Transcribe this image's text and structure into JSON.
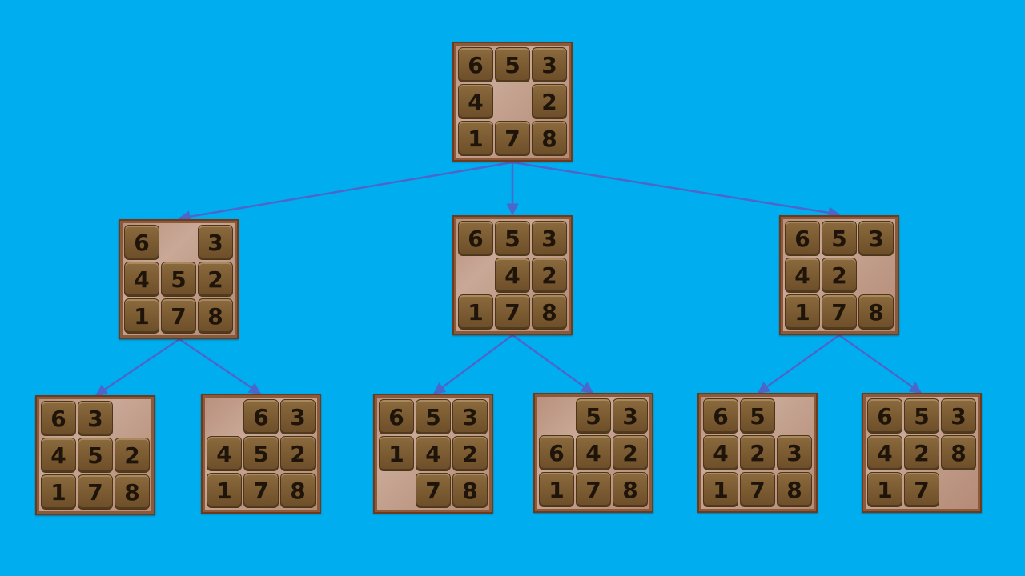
{
  "colors": {
    "background": "#00aef0",
    "edge": "#4a67c9",
    "tile": "#7a5a31",
    "board_frame": "#6e3a1c"
  },
  "tree": {
    "root": {
      "tiles": [
        "6",
        "5",
        "3",
        "4",
        "",
        "2",
        "1",
        "7",
        "8"
      ]
    },
    "level1": [
      {
        "tiles": [
          "6",
          "",
          "3",
          "4",
          "5",
          "2",
          "1",
          "7",
          "8"
        ]
      },
      {
        "tiles": [
          "6",
          "5",
          "3",
          "",
          "4",
          "2",
          "1",
          "7",
          "8"
        ]
      },
      {
        "tiles": [
          "6",
          "5",
          "3",
          "4",
          "2",
          "",
          "1",
          "7",
          "8"
        ]
      }
    ],
    "level2": [
      {
        "tiles": [
          "6",
          "3",
          "",
          "4",
          "5",
          "2",
          "1",
          "7",
          "8"
        ]
      },
      {
        "tiles": [
          "",
          "6",
          "3",
          "4",
          "5",
          "2",
          "1",
          "7",
          "8"
        ]
      },
      {
        "tiles": [
          "6",
          "5",
          "3",
          "1",
          "4",
          "2",
          "",
          "7",
          "8"
        ]
      },
      {
        "tiles": [
          "",
          "5",
          "3",
          "6",
          "4",
          "2",
          "1",
          "7",
          "8"
        ]
      },
      {
        "tiles": [
          "6",
          "5",
          "",
          "4",
          "2",
          "3",
          "1",
          "7",
          "8"
        ]
      },
      {
        "tiles": [
          "6",
          "5",
          "3",
          "4",
          "2",
          "8",
          "1",
          "7",
          ""
        ]
      }
    ]
  }
}
